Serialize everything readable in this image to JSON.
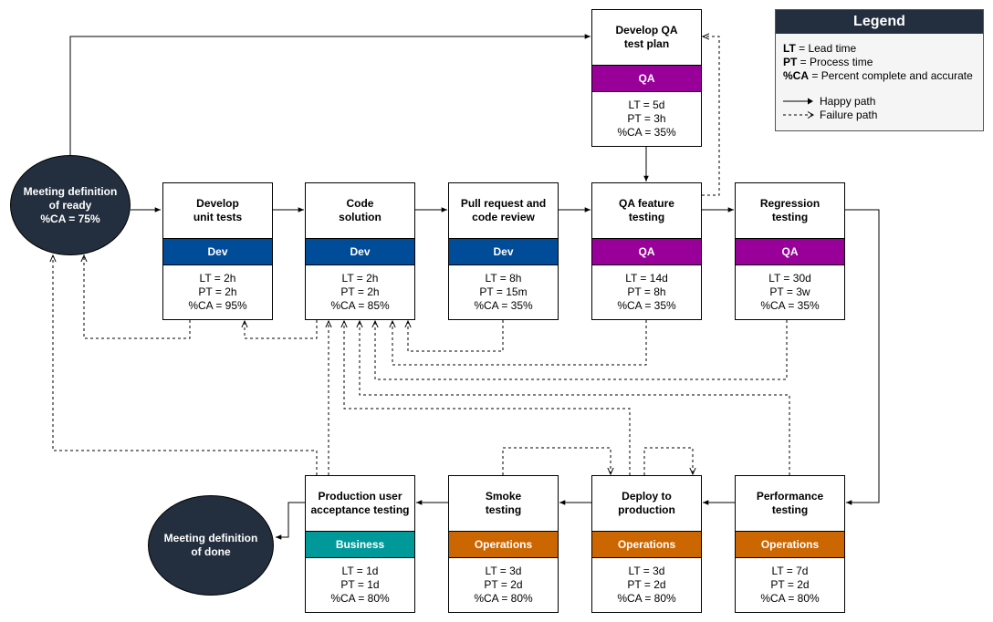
{
  "legend": {
    "title": "Legend",
    "abbreviations": [
      {
        "key": "LT",
        "text": " = Lead time"
      },
      {
        "key": "PT",
        "text": " = Process time"
      },
      {
        "key": "%CA",
        "text": " = Percent complete and accurate"
      }
    ],
    "happy_path": "Happy path",
    "failure_path": "Failure path"
  },
  "nodes": {
    "ready": {
      "lines": [
        "Meeting definition",
        "of ready",
        "%CA = 75%"
      ]
    },
    "done": {
      "lines": [
        "Meeting definition",
        "of done"
      ]
    }
  },
  "processes": {
    "unit_tests": {
      "title": "Develop\nunit tests",
      "team": "Dev",
      "lt": "LT = 2h",
      "pt": "PT = 2h",
      "ca": "%CA = 95%"
    },
    "code_solution": {
      "title": "Code\nsolution",
      "team": "Dev",
      "lt": "LT = 2h",
      "pt": "PT = 2h",
      "ca": "%CA = 85%"
    },
    "pull_request": {
      "title": "Pull request and\ncode review",
      "team": "Dev",
      "lt": "LT = 8h",
      "pt": "PT = 15m",
      "ca": "%CA = 35%"
    },
    "qa_feature": {
      "title": "QA feature\ntesting",
      "team": "QA",
      "lt": "LT = 14d",
      "pt": "PT = 8h",
      "ca": "%CA = 35%"
    },
    "regression": {
      "title": "Regression\ntesting",
      "team": "QA",
      "lt": "LT = 30d",
      "pt": "PT = 3w",
      "ca": "%CA = 35%"
    },
    "qa_plan": {
      "title": "Develop QA\ntest plan",
      "team": "QA",
      "lt": "LT = 5d",
      "pt": "PT = 3h",
      "ca": "%CA = 35%"
    },
    "performance": {
      "title": "Performance\ntesting",
      "team": "Operations",
      "lt": "LT = 7d",
      "pt": "PT = 2d",
      "ca": "%CA = 80%"
    },
    "deploy": {
      "title": "Deploy to\nproduction",
      "team": "Operations",
      "lt": "LT = 3d",
      "pt": "PT = 2d",
      "ca": "%CA = 80%"
    },
    "smoke": {
      "title": "Smoke\ntesting",
      "team": "Operations",
      "lt": "LT = 3d",
      "pt": "PT = 2d",
      "ca": "%CA = 80%"
    },
    "uat": {
      "title": "Production user\nacceptance testing",
      "team": "Business",
      "lt": "LT = 1d",
      "pt": "PT = 1d",
      "ca": "%CA = 80%"
    }
  },
  "team_colors": {
    "Dev": "#004c99",
    "QA": "#990099",
    "Operations": "#cc6600",
    "Business": "#009999"
  }
}
